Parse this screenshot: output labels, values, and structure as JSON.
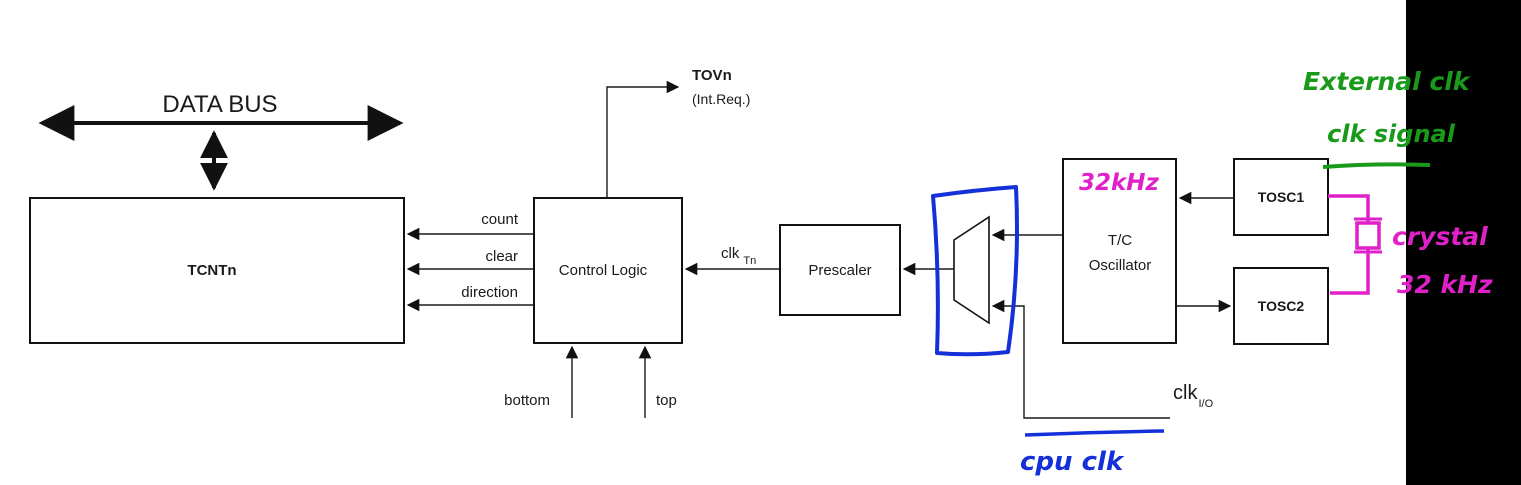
{
  "diagram": {
    "data_bus": "DATA BUS",
    "tcnt": "TCNTn",
    "control_logic": "Control Logic",
    "prescaler": "Prescaler",
    "tc_oscillator_line1": "T/C",
    "tc_oscillator_line2": "Oscillator",
    "tosc1": "TOSC1",
    "tosc2": "TOSC2",
    "signals": {
      "count": "count",
      "clear": "clear",
      "direction": "direction",
      "clk_main": "clk",
      "clk_sub": "Tn",
      "bottom": "bottom",
      "top": "top",
      "tov": "TOVn",
      "int_req": "(Int.Req.)",
      "clkio_main": "clk",
      "clkio_sub": "I/O"
    }
  },
  "annotations": {
    "external_clk": "External clk",
    "clk_signal": "clk signal",
    "osc_freq": "32kHz",
    "crystal": "crystal",
    "crystal_freq": "32 kHz",
    "cpu_clk": "cpu clk"
  },
  "colors": {
    "green": "#1a9a1a",
    "magenta": "#e020c8",
    "blue": "#1430d8",
    "sidebar": "#000000"
  }
}
